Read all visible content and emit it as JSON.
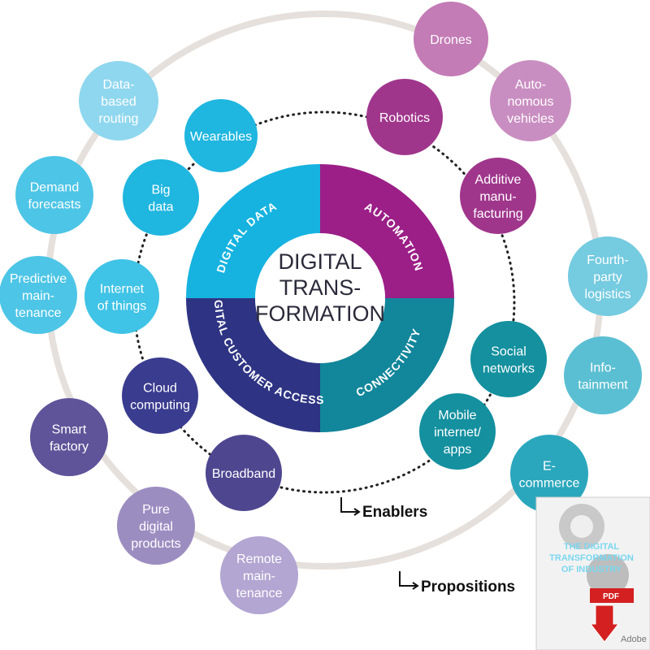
{
  "center": {
    "lines": [
      "DIGITAL",
      "TRANS-",
      "FORMATION"
    ]
  },
  "segments": [
    {
      "id": "digital-data",
      "label": "DIGITAL DATA",
      "color": "#16b3e0"
    },
    {
      "id": "automation",
      "label": "AUTOMATION",
      "color": "#9b1f87"
    },
    {
      "id": "digital-customer-access",
      "label": "DIGITAL CUSTOMER ACCESS",
      "color": "#12869a"
    },
    {
      "id": "connectivity",
      "label": "CONNECTIVITY",
      "color": "#2e3483"
    }
  ],
  "enablers": [
    {
      "id": "wearables",
      "lines": [
        "Wearables"
      ],
      "color": "#1fb6df"
    },
    {
      "id": "big-data",
      "lines": [
        "Big",
        "data"
      ],
      "color": "#1fb6df"
    },
    {
      "id": "internet-of-things",
      "lines": [
        "Internet",
        "of things"
      ],
      "color": "#3fc3e6"
    },
    {
      "id": "robotics",
      "lines": [
        "Robotics"
      ],
      "color": "#a0368c"
    },
    {
      "id": "additive-manufacturing",
      "lines": [
        "Additive",
        "manu-",
        "facturing"
      ],
      "color": "#a0368c"
    },
    {
      "id": "social-networks",
      "lines": [
        "Social",
        "networks"
      ],
      "color": "#14909f"
    },
    {
      "id": "mobile-internet-apps",
      "lines": [
        "Mobile",
        "internet/",
        "apps"
      ],
      "color": "#14909f"
    },
    {
      "id": "cloud-computing",
      "lines": [
        "Cloud",
        "computing"
      ],
      "color": "#3a3c8f"
    },
    {
      "id": "broadband",
      "lines": [
        "Broadband"
      ],
      "color": "#4f4690"
    }
  ],
  "propositions": [
    {
      "id": "drones",
      "lines": [
        "Drones"
      ],
      "color": "#c37cb5"
    },
    {
      "id": "autonomous-vehicles",
      "lines": [
        "Auto-",
        "nomous",
        "vehicles"
      ],
      "color": "#c98ec1"
    },
    {
      "id": "data-based-routing",
      "lines": [
        "Data-",
        "based",
        "routing"
      ],
      "color": "#8fd7ef"
    },
    {
      "id": "demand-forecasts",
      "lines": [
        "Demand",
        "forecasts"
      ],
      "color": "#4dc5e6"
    },
    {
      "id": "predictive-maintenance",
      "lines": [
        "Predictive",
        "main-",
        "tenance"
      ],
      "color": "#4dc5e6"
    },
    {
      "id": "fourth-party-logistics",
      "lines": [
        "Fourth-",
        "party",
        "logistics"
      ],
      "color": "#75cbe0"
    },
    {
      "id": "infotainment",
      "lines": [
        "Info-",
        "tainment"
      ],
      "color": "#5bbfd3"
    },
    {
      "id": "e-commerce",
      "lines": [
        "E-",
        "commerce"
      ],
      "color": "#2aa7bd"
    },
    {
      "id": "smart-factory",
      "lines": [
        "Smart",
        "factory"
      ],
      "color": "#5f5499"
    },
    {
      "id": "pure-digital-products",
      "lines": [
        "Pure",
        "digital",
        "products"
      ],
      "color": "#9c8dc1"
    },
    {
      "id": "remote-maintenance",
      "lines": [
        "Remote",
        "main-",
        "tenance"
      ],
      "color": "#b3a6d2"
    }
  ],
  "legend": {
    "enablers": "Enablers",
    "propositions": "Propositions",
    "arrow_glyph": "↳"
  },
  "pdf_badge": {
    "cover_lines": [
      "THE DIGITAL",
      "TRANSFORMATION",
      "OF INDUSTRY"
    ],
    "label": "PDF",
    "adobe": "Adobe"
  }
}
